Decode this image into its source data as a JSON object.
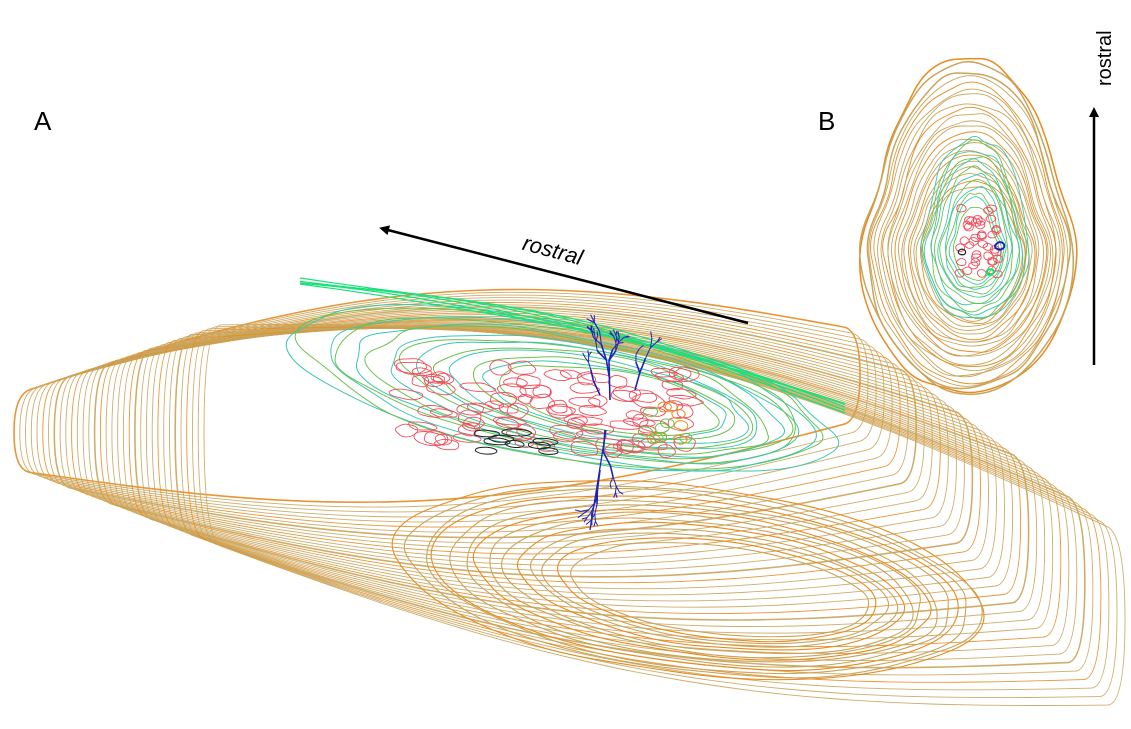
{
  "panels": {
    "a": {
      "letter": "A",
      "direction_label": "rostral"
    },
    "b": {
      "letter": "B",
      "direction_label": "rostral"
    }
  },
  "colors": {
    "outer_contours": "#e88a1f",
    "outer_contours_light": "#c9a45a",
    "inner_contours_teal": "#3cc6b3",
    "inner_contours_green": "#6cc24a",
    "top_edge_green": "#19e07a",
    "cell_bodies_red": "#ef4e5c",
    "dendrites_blue": "#1c23b8",
    "small_profiles_black": "#222222",
    "arrow": "#000000"
  }
}
